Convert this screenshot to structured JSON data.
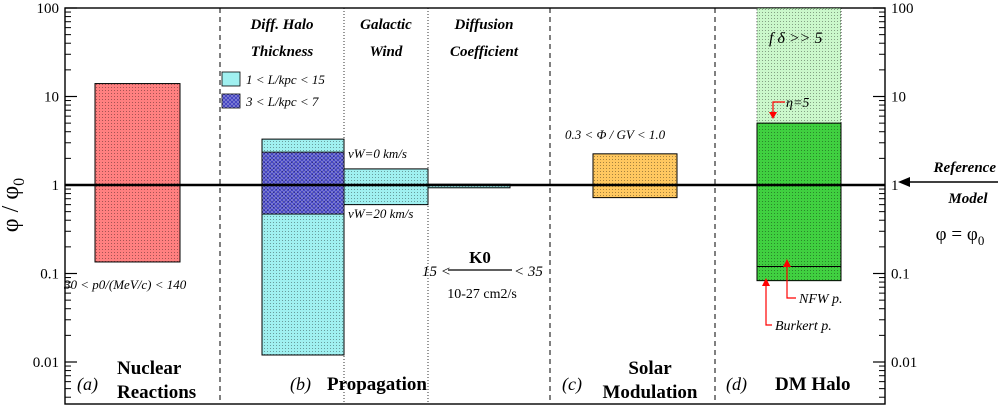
{
  "chart_data": {
    "type": "bar",
    "ylabel_html": "φ / φ0",
    "y_scale": "log",
    "ylim": [
      0.004,
      100
    ],
    "yticks": [
      {
        "value": 100,
        "label": "100"
      },
      {
        "value": 10,
        "label": "10"
      },
      {
        "value": 1,
        "label": "1"
      },
      {
        "value": 0.1,
        "label": "0.1"
      },
      {
        "value": 0.01,
        "label": "0.01"
      }
    ],
    "reference_value": 1,
    "panels": [
      {
        "tag": "(a)",
        "name_lines": [
          "Nuclear",
          "Reactions"
        ]
      },
      {
        "tag": "(b)",
        "name_lines": [
          "Propagation"
        ]
      },
      {
        "tag": "(c)",
        "name_lines": [
          "Solar",
          "Modulation"
        ]
      },
      {
        "tag": "(d)",
        "name_lines": [
          "DM Halo"
        ]
      }
    ],
    "column_headers": [
      {
        "lines": [
          "Diff. Halo",
          "Thickness"
        ]
      },
      {
        "lines": [
          "Galactic",
          "Wind"
        ]
      },
      {
        "lines": [
          "Diffusion",
          "Coefficient"
        ]
      }
    ],
    "boxes": [
      {
        "key": "nuclear",
        "low": 0.135,
        "high": 14,
        "fill": "#ff8080"
      },
      {
        "key": "halo_wide",
        "low": 0.012,
        "high": 3.3,
        "fill": "#a0f0f0"
      },
      {
        "key": "halo_narrow",
        "low": 0.47,
        "high": 2.35,
        "fill": "#4040c0"
      },
      {
        "key": "wind",
        "low": 0.6,
        "high": 1.52,
        "fill": "#a0f0f0"
      },
      {
        "key": "diffusion",
        "low": 0.93,
        "high": 1.02,
        "fill": "#a0f0f0"
      },
      {
        "key": "solar",
        "low": 0.72,
        "high": 2.25,
        "fill": "#ffc860"
      },
      {
        "key": "dm_upper",
        "low": 5,
        "high": 100,
        "fill": "#a0f0a0"
      },
      {
        "key": "dm_halo",
        "low": 0.083,
        "high": 5,
        "fill": "#40d040"
      }
    ],
    "profile_levels": [
      {
        "name": "NFW p.",
        "value": 0.12
      },
      {
        "name": "Burkert p.",
        "value": 0.083
      }
    ],
    "legend": [
      {
        "fill": "#a0f0f0",
        "text": "1 < L/kpc < 15"
      },
      {
        "fill": "#4040c0",
        "text": "3 < L/kpc < 7"
      }
    ],
    "annotations": {
      "nuclear_range": "30 < p0/(MeV/c) < 140",
      "vw_low": "vW=0 km/s",
      "vw_high": "vW=20 km/s",
      "k0_range_left": "15 <",
      "k0_range_right": "< 35",
      "k0_symbol": "K0",
      "k0_units": "10-27 cm2/s",
      "solar_range": "0.3 < Φ / GV < 1.0",
      "f_delta": "f δ >> 5",
      "eta": "η=5",
      "nfw": "NFW p.",
      "burkert": "Burkert p.",
      "reference_lines": [
        "Reference",
        "Model"
      ],
      "phi_eq": "φ = φ0"
    },
    "colors": {
      "arrow": "#ff0000",
      "axis": "#000000"
    }
  }
}
